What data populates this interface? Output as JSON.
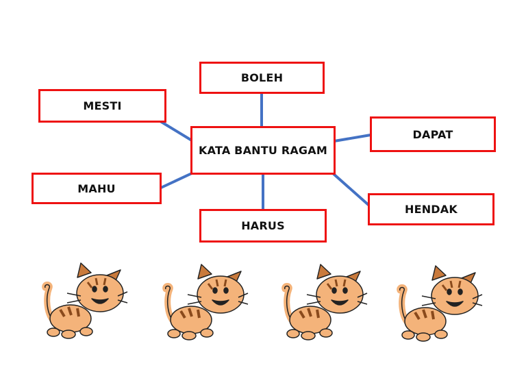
{
  "diagram": {
    "center": "KATA BANTU RAGAM",
    "boleh": "BOLEH",
    "mesti": "MESTI",
    "dapat": "DAPAT",
    "mahu": "MAHU",
    "hendak": "HENDAK",
    "harus": "HARUS"
  },
  "colors": {
    "border": "#ee1111",
    "connector": "#4472c4",
    "cat_fur": "#f4b37a",
    "cat_stripe": "#8a4a1c"
  },
  "decorations": {
    "cat_icons": [
      "cat-icon",
      "cat-icon",
      "cat-icon",
      "cat-icon"
    ]
  }
}
